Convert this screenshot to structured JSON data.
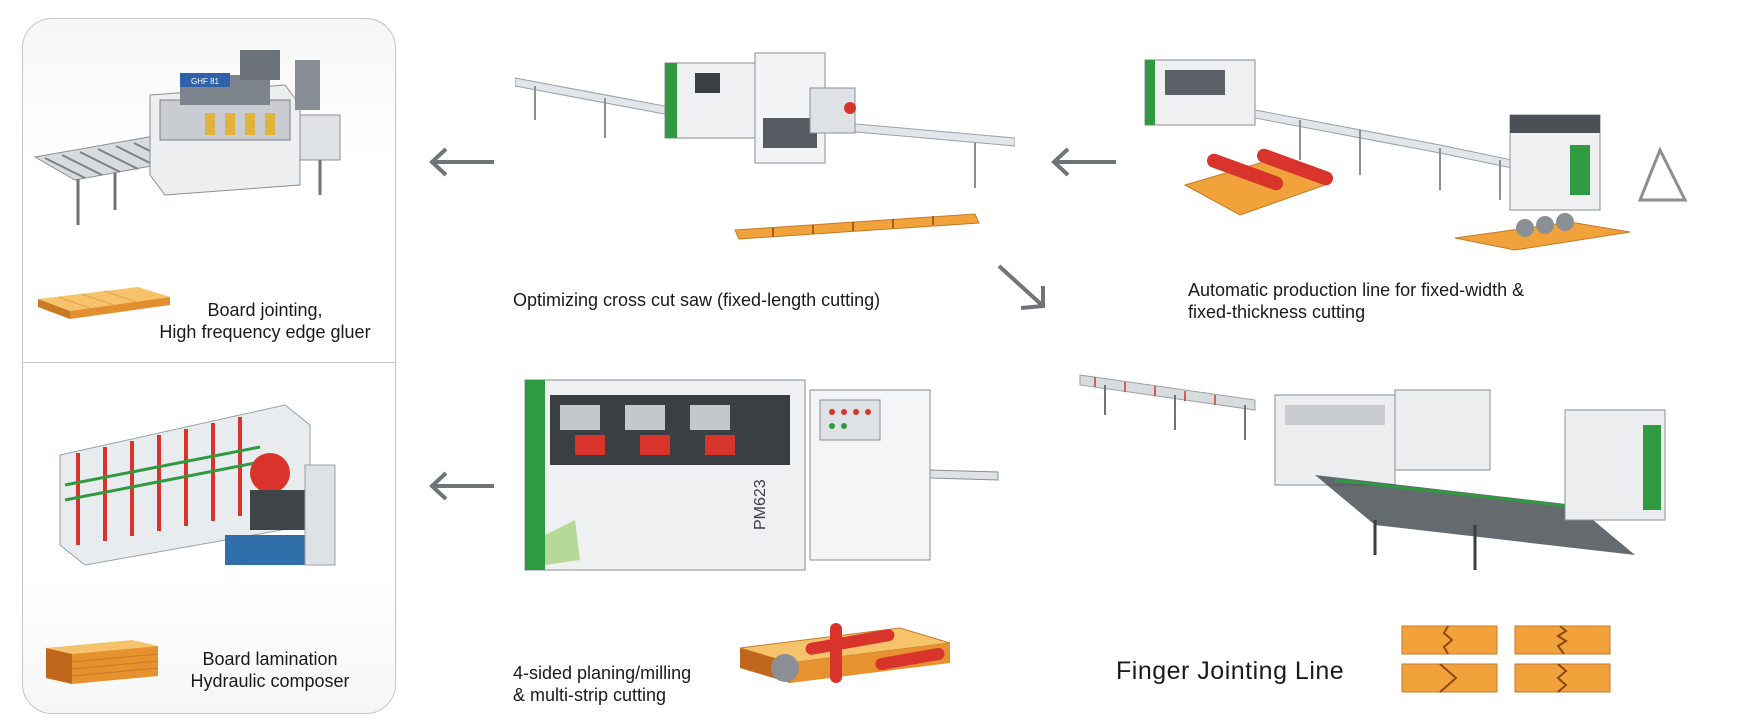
{
  "steps": {
    "board_jointing": {
      "line1": "Board jointing,",
      "line2": "High frequency edge gluer"
    },
    "board_lamination": {
      "line1": "Board lamination",
      "line2": "Hydraulic composer"
    },
    "cross_cut": {
      "label": "Optimizing cross cut saw (fixed-length cutting)"
    },
    "width_thickness": {
      "line1": "Automatic production line for fixed-width &",
      "line2": "fixed-thickness cutting"
    },
    "planing": {
      "line1": "4-sided planing/milling",
      "line2": "& multi-strip cutting"
    },
    "finger_jointing": {
      "label": "Finger Jointing Line"
    }
  },
  "machine_text": {
    "edge_gluer_badge": "GHF 81",
    "planer_model": "PM623"
  },
  "icons": [
    "arrow-left-icon",
    "arrow-down-right-icon"
  ],
  "colors": {
    "machine_green": "#2f9a3f",
    "wood_orange": "#f2a23a",
    "accent_red": "#d9342b",
    "arrow_gray": "#6f7478",
    "panel_border": "#c6c6c6"
  }
}
